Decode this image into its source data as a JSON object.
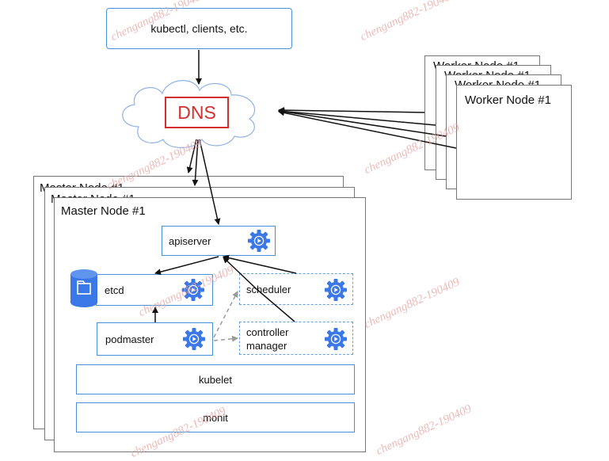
{
  "clients": {
    "label": "kubectl, clients, etc."
  },
  "dns": {
    "label": "DNS"
  },
  "worker_nodes": [
    {
      "title": "Worker Node #1"
    },
    {
      "title": "Worker Node #1"
    },
    {
      "title": "Worker Node #1"
    },
    {
      "title": "Worker Node #1"
    }
  ],
  "master_nodes": [
    {
      "title": "Master Node #1"
    },
    {
      "title": "Master Node #1"
    },
    {
      "title": "Master Node #1"
    }
  ],
  "components": {
    "apiserver": "apiserver",
    "etcd": "etcd",
    "scheduler": "scheduler",
    "podmaster": "podmaster",
    "controller_manager_line1": "controller",
    "controller_manager_line2": "manager",
    "kubelet": "kubelet",
    "monit": "monit"
  },
  "colors": {
    "component_border": "#4a90d9",
    "gear": "#3b78e7",
    "dns_border": "#d32f2f",
    "dns_text": "#d32f2f",
    "cloud_stroke": "#8fb3e6",
    "watermark": "#e7a3a3"
  },
  "icons": {
    "gear": "gear-icon",
    "database": "database-icon",
    "cloud": "cloud-icon"
  },
  "watermark": "chengang882-190409"
}
